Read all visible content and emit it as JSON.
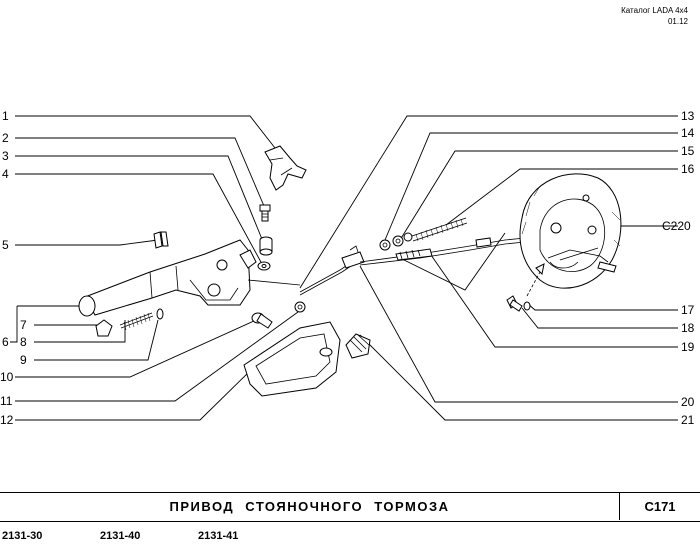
{
  "header": {
    "catalog": "Каталог  LADA  4x4",
    "date": "01.12"
  },
  "callouts": {
    "n1": "1",
    "n2": "2",
    "n3": "3",
    "n4": "4",
    "n5": "5",
    "n6": "6",
    "n7": "7",
    "n8": "8",
    "n9": "9",
    "n10": "10",
    "n11": "11",
    "n12": "12",
    "n13": "13",
    "n14": "14",
    "n15": "15",
    "n16": "16",
    "c220": "C220",
    "n17": "17",
    "n18": "18",
    "n19": "19",
    "n20": "20",
    "n21": "21"
  },
  "footer": {
    "title": "ПРИВОД  СТОЯНОЧНОГО  ТОРМОЗА",
    "code": "C171"
  },
  "models": [
    "2131-30",
    "2131-40",
    "2131-41"
  ]
}
